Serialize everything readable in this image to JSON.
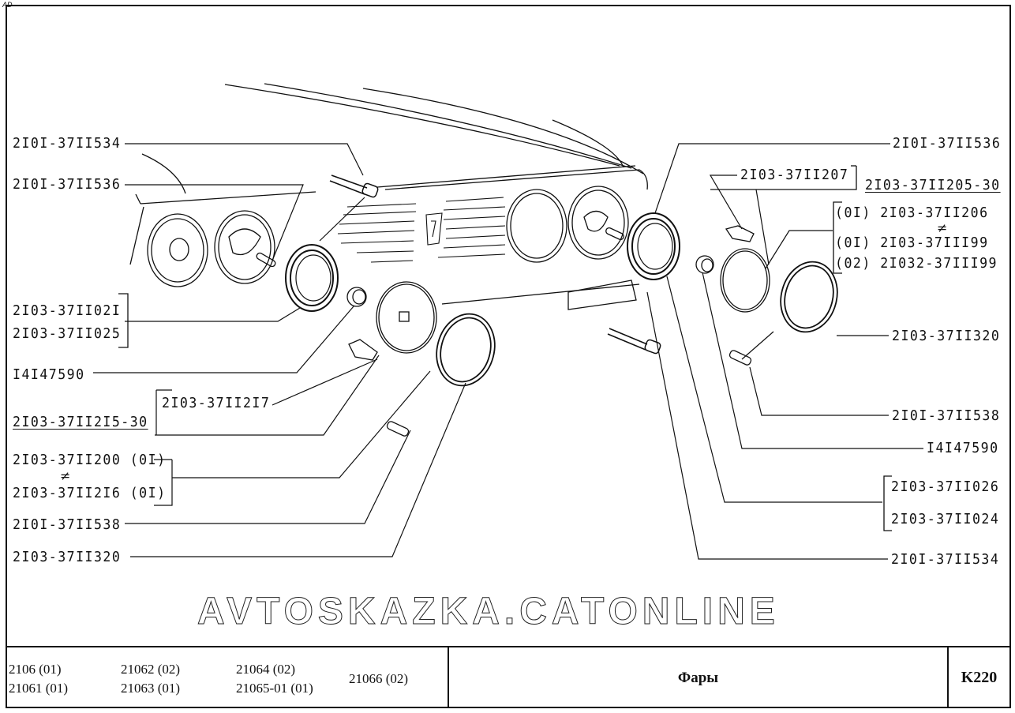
{
  "sheet": {
    "corner_mark": "AD",
    "watermark": "AVTOSKAZKA.CATONLINE"
  },
  "callouts_left": [
    {
      "id": "l1",
      "text": "2I0I-37II534"
    },
    {
      "id": "l2",
      "text": "2I0I-37II536"
    },
    {
      "id": "l3a",
      "text": "2I03-37II02I"
    },
    {
      "id": "l3b",
      "text": "2I03-37II025"
    },
    {
      "id": "l4",
      "text": "I4I47590"
    },
    {
      "id": "l5",
      "text": "2I03-37II2I5-30"
    },
    {
      "id": "l5b",
      "text": "2I03-37II2I7"
    },
    {
      "id": "l6a",
      "text": "2I03-37II200 (0I)"
    },
    {
      "id": "l6b",
      "text": "2I03-37II2I6 (0I)"
    },
    {
      "id": "l7",
      "text": "2I0I-37II538"
    },
    {
      "id": "l8",
      "text": "2I03-37II320"
    }
  ],
  "callouts_right": [
    {
      "id": "r1",
      "text": "2I0I-37II536"
    },
    {
      "id": "r2",
      "text": "2I03-37II207"
    },
    {
      "id": "r3",
      "text": "2I03-37II205-30"
    },
    {
      "id": "r4a",
      "text": "(0I)  2I03-37II206"
    },
    {
      "id": "r4b",
      "text": "(0I)  2I03-37III99"
    },
    {
      "id": "r4c",
      "text": "(02) 2I032-37III99"
    },
    {
      "id": "r5",
      "text": "2I03-37II320"
    },
    {
      "id": "r6",
      "text": "2I0I-37II538"
    },
    {
      "id": "r7",
      "text": "I4I47590"
    },
    {
      "id": "r8a",
      "text": "2I03-37II026"
    },
    {
      "id": "r8b",
      "text": "2I03-37II024"
    },
    {
      "id": "r9",
      "text": "2I0I-37II534"
    }
  ],
  "not_equal_mark": "≠",
  "title_block": {
    "models": [
      "2106 (01)",
      "21061 (01)",
      "21062 (02)",
      "21063 (01)",
      "21064 (02)",
      "21065-01 (01)",
      "21066 (02)"
    ],
    "title": "Фары",
    "code": "K220"
  }
}
